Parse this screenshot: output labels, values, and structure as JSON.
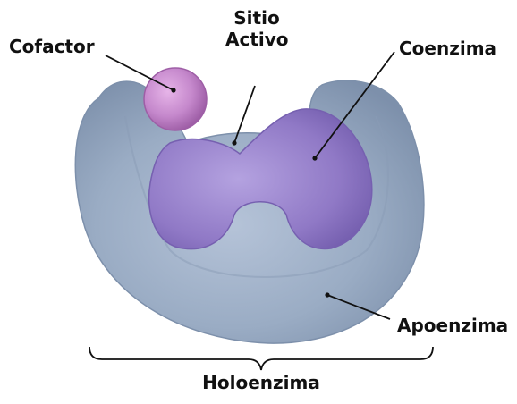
{
  "diagram": {
    "labels": {
      "cofactor": "Cofactor",
      "active_site_line1": "Sitio",
      "active_site_line2": "Activo",
      "coenzyme": "Coenzima",
      "apoenzyme": "Apoenzima",
      "holoenzyme": "Holoenzima"
    },
    "colors": {
      "apoenzyme": "#9aacc4",
      "coenzyme": "#9079c6",
      "cofactor": "#c079c6",
      "leader_line": "#111111",
      "text": "#111111"
    },
    "components": [
      "apoenzyme-body",
      "coenzyme-shape",
      "cofactor-sphere",
      "holoenzyme-brace"
    ]
  }
}
